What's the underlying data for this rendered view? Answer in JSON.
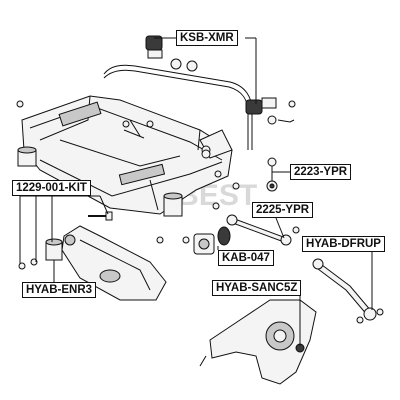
{
  "diagram": {
    "watermark": "FEBEST",
    "callouts": {
      "ksb_xmr": "KSB-XMR",
      "ypr_2223": "2223-YPR",
      "kit_1229": "1229-001-KIT",
      "ypr_2225": "2225-YPR",
      "hyab_dfrup": "HYAB-DFRUP",
      "kab_047": "KAB-047",
      "hyab_enr3": "HYAB-ENR3",
      "hyab_sanc5z": "HYAB-SANC5Z"
    },
    "colors": {
      "line": "#111111",
      "part_fill": "#f4f4f4",
      "part_shade": "#c8c8c8",
      "rubber": "#3a3a3a",
      "watermark": "#d0d0d0"
    }
  }
}
